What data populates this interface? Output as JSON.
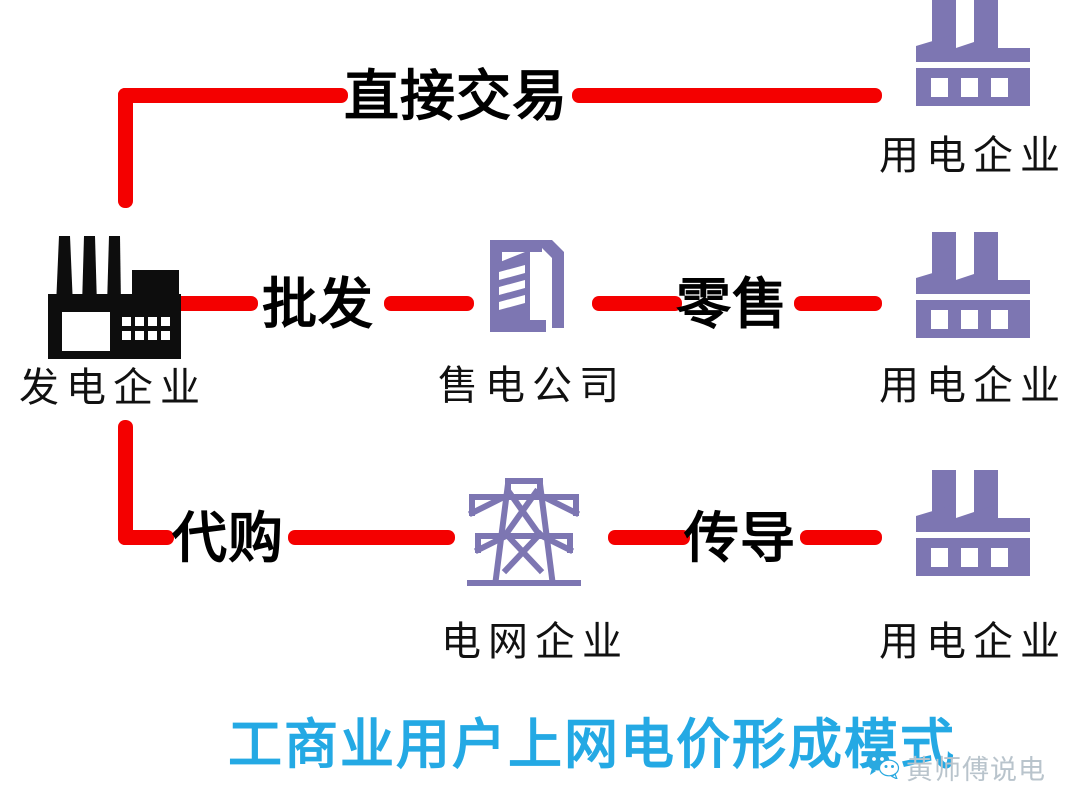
{
  "diagram": {
    "title": "工商业用户上网电价形成模式",
    "title_color": "#24a9e4",
    "line_color": "#f40000",
    "icon_purple": "#7d76b2",
    "icon_black": "#0d0d0d",
    "background": "#ffffff"
  },
  "nodes": {
    "generator": {
      "label": "发电企业",
      "icon": "power-plant-icon"
    },
    "retailer": {
      "label": "售电公司",
      "icon": "office-building-icon"
    },
    "grid": {
      "label": "电网企业",
      "icon": "transmission-tower-icon"
    },
    "consumer_top": {
      "label": "用电企业",
      "icon": "factory-icon"
    },
    "consumer_mid": {
      "label": "用电企业",
      "icon": "factory-icon"
    },
    "consumer_bottom": {
      "label": "用电企业",
      "icon": "factory-icon"
    }
  },
  "edges": {
    "direct_trade": "直接交易",
    "wholesale": "批发",
    "retail": "零售",
    "agency_purchase": "代购",
    "pass_through": "传导"
  },
  "watermark": {
    "text": "黄师傅说电",
    "icon": "wechat-icon"
  }
}
